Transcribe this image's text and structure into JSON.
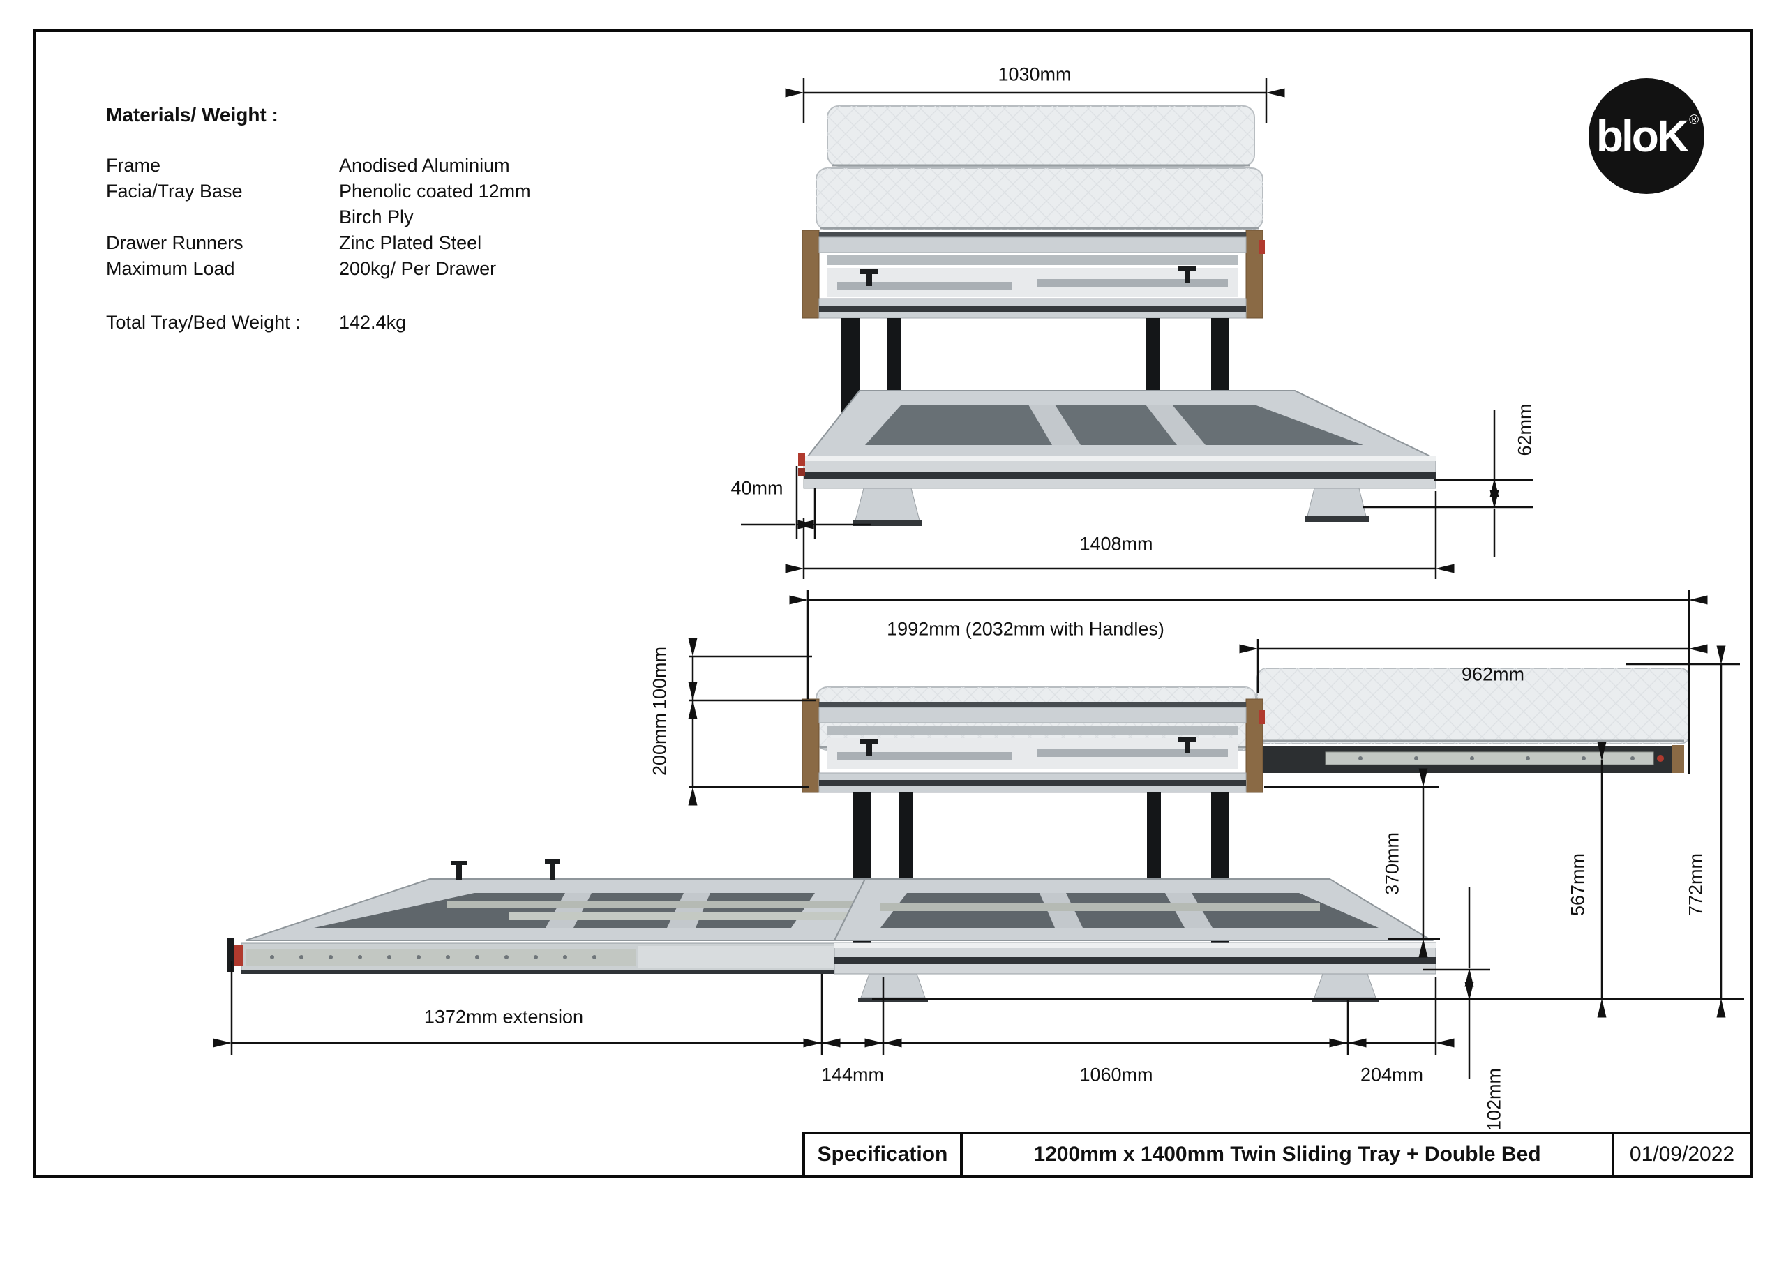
{
  "materials": {
    "title": "Materials/ Weight :",
    "rows": [
      {
        "label": "Frame",
        "value": "Anodised Aluminium"
      },
      {
        "label": "Facia/Tray Base",
        "value": "Phenolic coated 12mm"
      },
      {
        "label": "",
        "value": "Birch Ply"
      },
      {
        "label": "Drawer Runners",
        "value": "Zinc Plated Steel"
      },
      {
        "label": "Maximum Load",
        "value": "200kg/ Per Drawer"
      }
    ],
    "total_label": "Total Tray/Bed Weight :",
    "total_value": "142.4kg"
  },
  "logo": {
    "text": "bloK",
    "reg": "®"
  },
  "dims_top": {
    "mattress_width": "1030mm",
    "front_offset": "40mm",
    "frame_width": "1408mm",
    "rail_height": "62mm"
  },
  "dims_bottom": {
    "overall_length": "1992mm (2032mm with Handles)",
    "right_extension": "962mm",
    "mattress_thickness": "100mm",
    "tray_depth": "200mm",
    "under_clearance": "370mm",
    "deck_height": "567mm",
    "overall_height": "772mm",
    "left_extension": "1372mm extension",
    "rear_gap": "144mm",
    "base_length": "1060mm",
    "front_overhang": "204mm",
    "foot_height": "102mm"
  },
  "footer": {
    "spec_label": "Specification",
    "title": "1200mm x 1400mm Twin Sliding Tray + Double Bed",
    "date": "01/09/2022"
  },
  "colors": {
    "accent_red": "#b03a2e",
    "wood": "#8a6a45",
    "aluminium": "#ccd1d5",
    "black": "#0a0a0a"
  }
}
